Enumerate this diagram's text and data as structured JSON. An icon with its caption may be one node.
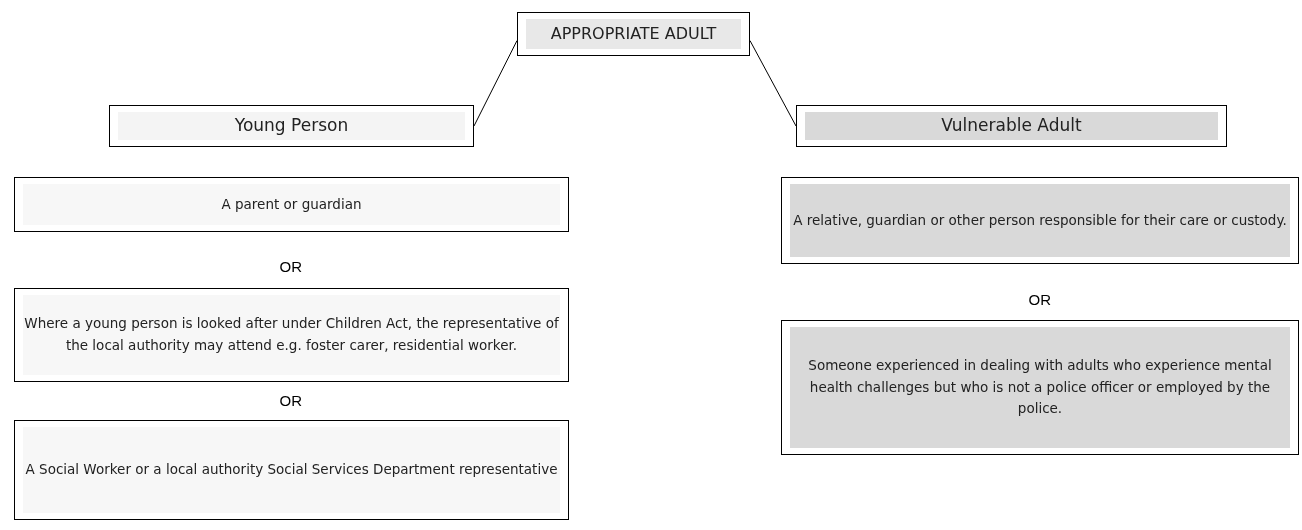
{
  "diagram": {
    "nodes": [
      {
        "text": [
          "APPROPRIATE ADULT"
        ]
      },
      {
        "text": [
          "Young Person"
        ]
      },
      {
        "text": [
          "Vulnerable Adult"
        ]
      },
      {
        "text": [
          "A parent or guardian"
        ]
      },
      {
        "text": [
          "Where a young person is looked after under Children Act, the representative of the local authority may attend e.g. foster carer, residential worker."
        ]
      },
      {
        "text": [
          "A Social Worker or a local authority Social Services Department representative"
        ]
      },
      {
        "text": [
          "A relative, guardian or other person responsible for their care or custody."
        ]
      },
      {
        "text": [
          "Someone experienced in dealing with adults who experience mental health challenges but who is not a police officer or employed by the police."
        ]
      }
    ],
    "edges": [
      {
        "from": 0,
        "to": 1,
        "arrow": "none"
      },
      {
        "from": 0,
        "to": 2,
        "arrow": "none"
      }
    ],
    "labels": [
      "OR",
      "OR",
      "OR"
    ]
  }
}
